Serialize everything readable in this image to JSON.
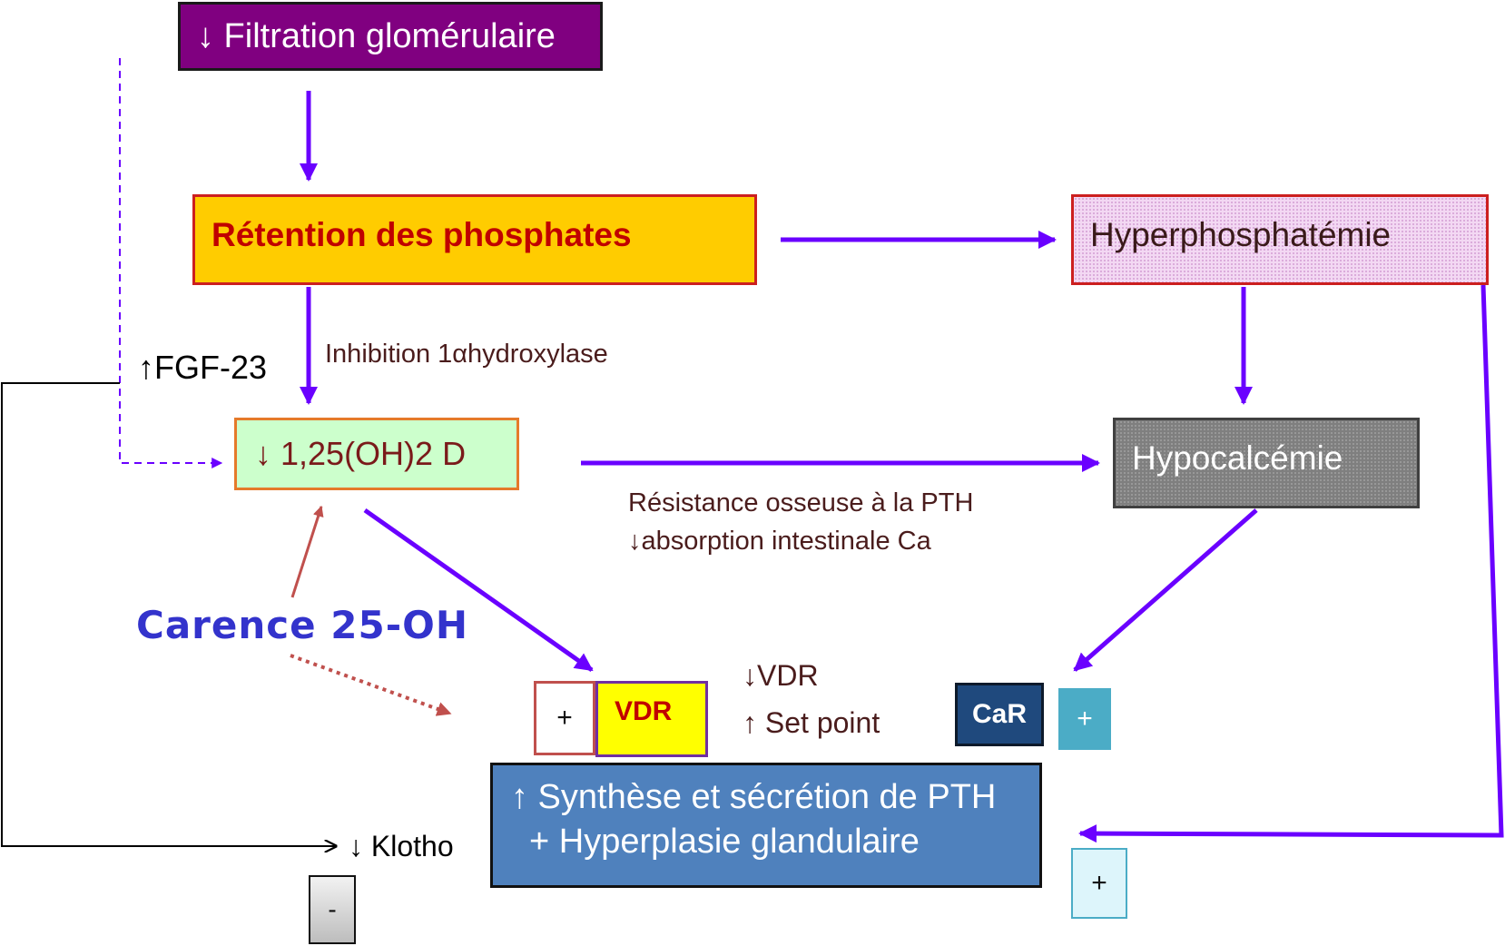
{
  "diagram": {
    "filtration": "↓ Filtration glomérulaire",
    "retention": "Rétention des phosphates",
    "hyperphosphatemie": "Hyperphosphatémie",
    "vitamin_d": "↓ 1,25(OH)2 D",
    "hypocalcemie": "Hypocalcémie",
    "inhibition": "Inhibition 1αhydroxylase",
    "fgf23": "↑FGF-23",
    "resistance": "Résistance osseuse à la PTH",
    "absorption": "↓absorption intestinale Ca",
    "carence": "Carence 25-OH",
    "vdr_plus": "+",
    "vdr": "VDR",
    "vdr_down": "↓VDR",
    "set_point": "↑ Set point",
    "car": "CaR",
    "car_plus": "+",
    "pth_line1": "↑ Synthèse et sécrétion de PTH",
    "pth_line2": "+ Hyperplasie glandulaire",
    "bottom_plus": "+",
    "klotho": "↓ Klotho",
    "minus": "-"
  },
  "colors": {
    "arrow": "#6a00ff",
    "carence_arrow": "#c0504d",
    "black_line": "#000000"
  }
}
